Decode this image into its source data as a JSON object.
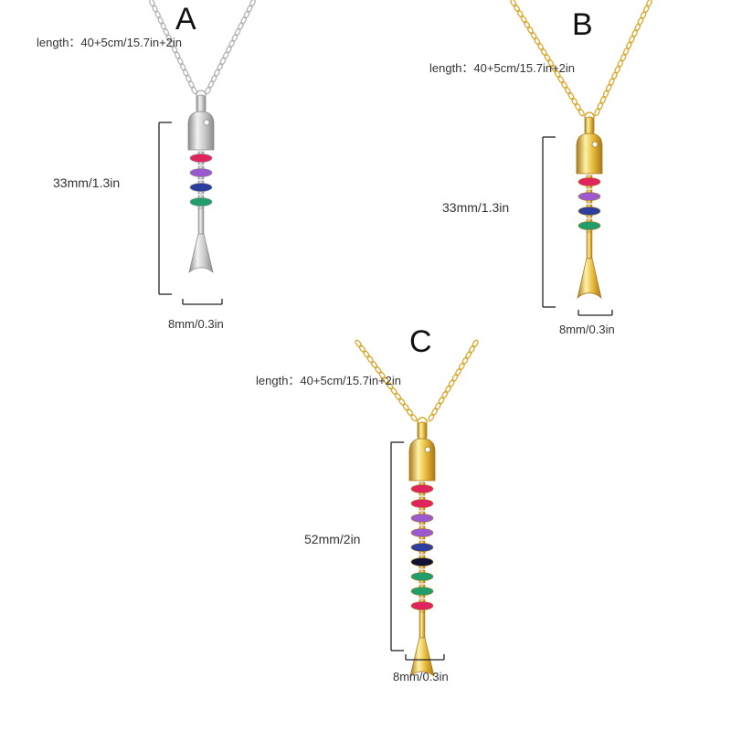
{
  "variants": [
    {
      "label": "A",
      "length": "length：40+5cm/15.7in+2in",
      "pendant_height": "33mm/1.3in",
      "pendant_width": "8mm/0.3in",
      "metal": "silver",
      "metal_colors": {
        "light": "#f2f2f2",
        "mid": "#c8c8c8",
        "dark": "#8a8a8a",
        "chain": "#b5b5b5"
      }
    },
    {
      "label": "B",
      "length": "length：40+5cm/15.7in+2in",
      "pendant_height": "33mm/1.3in",
      "pendant_width": "8mm/0.3in",
      "metal": "gold",
      "metal_colors": {
        "light": "#fff2a8",
        "mid": "#e6b93a",
        "dark": "#a8781a",
        "chain": "#d9a82e"
      }
    },
    {
      "label": "C",
      "length": "length：40+5cm/15.7in+2in",
      "pendant_height": "52mm/2in",
      "pendant_width": "8mm/0.3in",
      "metal": "gold",
      "metal_colors": {
        "light": "#fff2a8",
        "mid": "#e6b93a",
        "dark": "#a8781a",
        "chain": "#d9a82e"
      }
    }
  ],
  "stone_colors": [
    "#e0245e",
    "#9b59d0",
    "#2c3e9e",
    "#1f9e6a"
  ],
  "stone_colors_long": [
    "#e0245e",
    "#e0245e",
    "#9b59d0",
    "#9b59d0",
    "#2c3e9e",
    "#111133",
    "#1f9e6a",
    "#1f9e6a"
  ]
}
